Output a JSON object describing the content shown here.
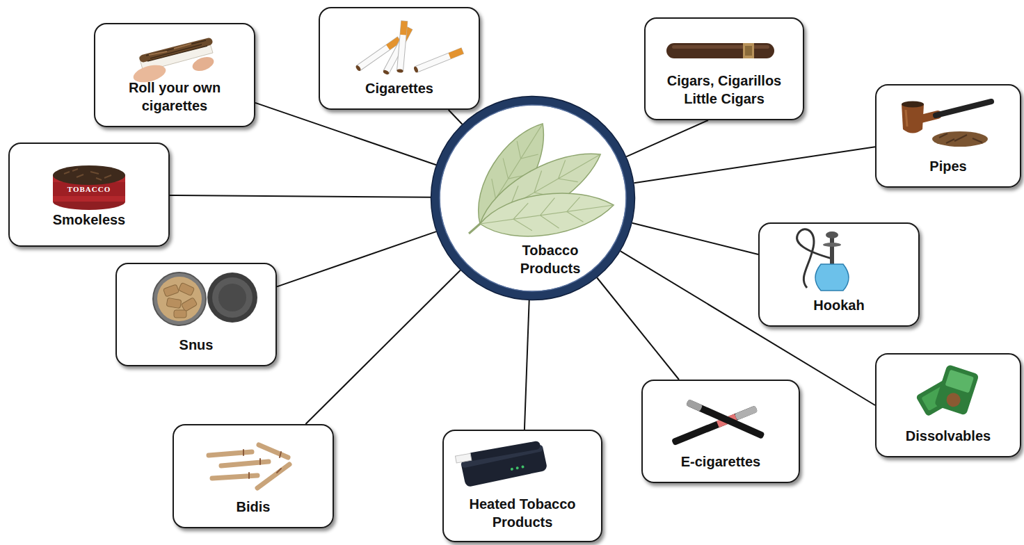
{
  "diagram": {
    "nodes": [
      {
        "text": [
          "Tobacco Products"
        ]
      },
      {
        "text": [
          "Roll your own cigarettes"
        ]
      },
      {
        "text": [
          "Cigarettes"
        ]
      },
      {
        "text": [
          "Cigars, Cigarillos Little Cigars"
        ]
      },
      {
        "text": [
          "Pipes"
        ]
      },
      {
        "text": [
          "Smokeless"
        ]
      },
      {
        "text": [
          "Hookah"
        ]
      },
      {
        "text": [
          "Snus"
        ]
      },
      {
        "text": [
          "Dissolvables"
        ]
      },
      {
        "text": [
          "E-cigarettes"
        ]
      },
      {
        "text": [
          "Heated Tobacco Products"
        ]
      },
      {
        "text": [
          "Bidis"
        ]
      }
    ],
    "edges": [
      {
        "from": 0,
        "to": 1,
        "arrow": "none"
      },
      {
        "from": 0,
        "to": 2,
        "arrow": "none"
      },
      {
        "from": 0,
        "to": 3,
        "arrow": "none"
      },
      {
        "from": 0,
        "to": 4,
        "arrow": "none"
      },
      {
        "from": 0,
        "to": 5,
        "arrow": "none"
      },
      {
        "from": 0,
        "to": 6,
        "arrow": "none"
      },
      {
        "from": 0,
        "to": 7,
        "arrow": "none"
      },
      {
        "from": 0,
        "to": 8,
        "arrow": "none"
      },
      {
        "from": 0,
        "to": 9,
        "arrow": "none"
      },
      {
        "from": 0,
        "to": 10,
        "arrow": "none"
      },
      {
        "from": 0,
        "to": 11,
        "arrow": "none"
      }
    ],
    "labels": [
      "TOBACCO"
    ]
  }
}
